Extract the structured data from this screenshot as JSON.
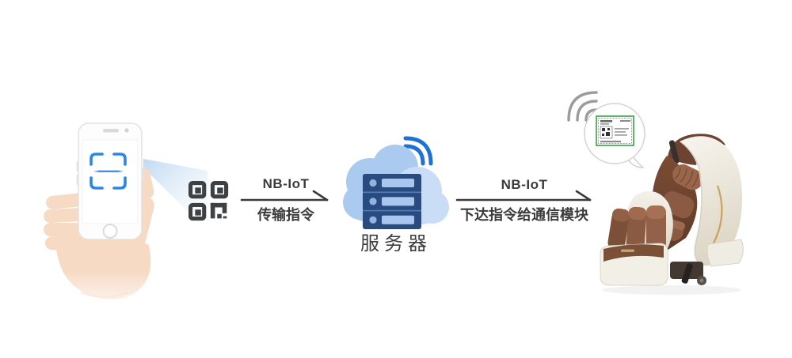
{
  "flow": {
    "arrow1": {
      "protocol": "NB-IoT",
      "action": "传输指令"
    },
    "server_label": "服务器",
    "arrow2": {
      "protocol": "NB-IoT",
      "action": "下达指令给通信模块"
    }
  },
  "icons": {
    "scan_frame": "blue rounded corner brackets with scan line on phone screen",
    "scan_beam": "light blue beam from phone camera to QR code",
    "qr_code": "dark 2x2 stylized QR code glyph",
    "wifi_blue": "three blue arcs above cloud",
    "cloud_server": "server rack inside light blue cloud",
    "wifi_gray": "three gray arcs above speech bubble",
    "speech_bubble": "round bubble with device QR label",
    "device_label": "green bordered sticker with mini QR code",
    "massage_chair": "cream shell massage chair with brown cushions"
  },
  "colors": {
    "text": "#3b3b3b",
    "scan_blue": "#2e86e0",
    "beam_blue": "#9cc3ec",
    "qr_dark": "#3d4144",
    "wifi_blue": "#1d72d4",
    "cloud_medium": "#aacaf0",
    "cloud_light": "#c9ddf6",
    "server_navy": "#2a4b80",
    "server_bar": "#a9c7ee",
    "wifi_gray": "#9c9c9c",
    "bubble_border": "#d2d2d2",
    "label_green": "#3aa04a",
    "chair_cream": "#f2efe7",
    "chair_brown": "#8a5a42",
    "skin": "#f6dac4"
  }
}
